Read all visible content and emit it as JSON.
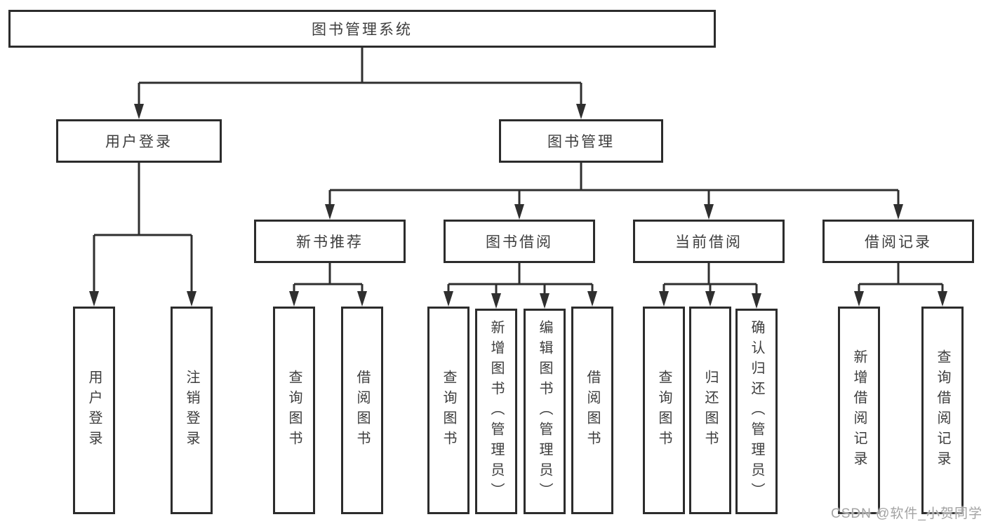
{
  "diagram_type": "hierarchy-tree",
  "tree": {
    "root": {
      "label": "图书管理系统",
      "children": [
        {
          "label": "用户登录",
          "children": [
            {
              "label": "用户登录"
            },
            {
              "label": "注销登录"
            }
          ]
        },
        {
          "label": "图书管理",
          "children": [
            {
              "label": "新书推荐",
              "children": [
                {
                  "label": "查询图书"
                },
                {
                  "label": "借阅图书"
                }
              ]
            },
            {
              "label": "图书借阅",
              "children": [
                {
                  "label": "查询图书"
                },
                {
                  "label": "新增图书（管理员）"
                },
                {
                  "label": "编辑图书（管理员）"
                },
                {
                  "label": "借阅图书"
                }
              ]
            },
            {
              "label": "当前借阅",
              "children": [
                {
                  "label": "查询图书"
                },
                {
                  "label": "归还图书"
                },
                {
                  "label": "确认归还（管理员）"
                }
              ]
            },
            {
              "label": "借阅记录",
              "children": [
                {
                  "label": "新增借阅记录"
                },
                {
                  "label": "查询借阅记录"
                }
              ]
            }
          ]
        }
      ]
    }
  },
  "watermark": {
    "text": "CSDN @软件_小贺同学"
  },
  "colors": {
    "line": "#2f2f2f",
    "border": "#2c2c2c",
    "text": "#3d3d3d",
    "watermark": "#a3a3a3",
    "background": "#ffffff"
  }
}
